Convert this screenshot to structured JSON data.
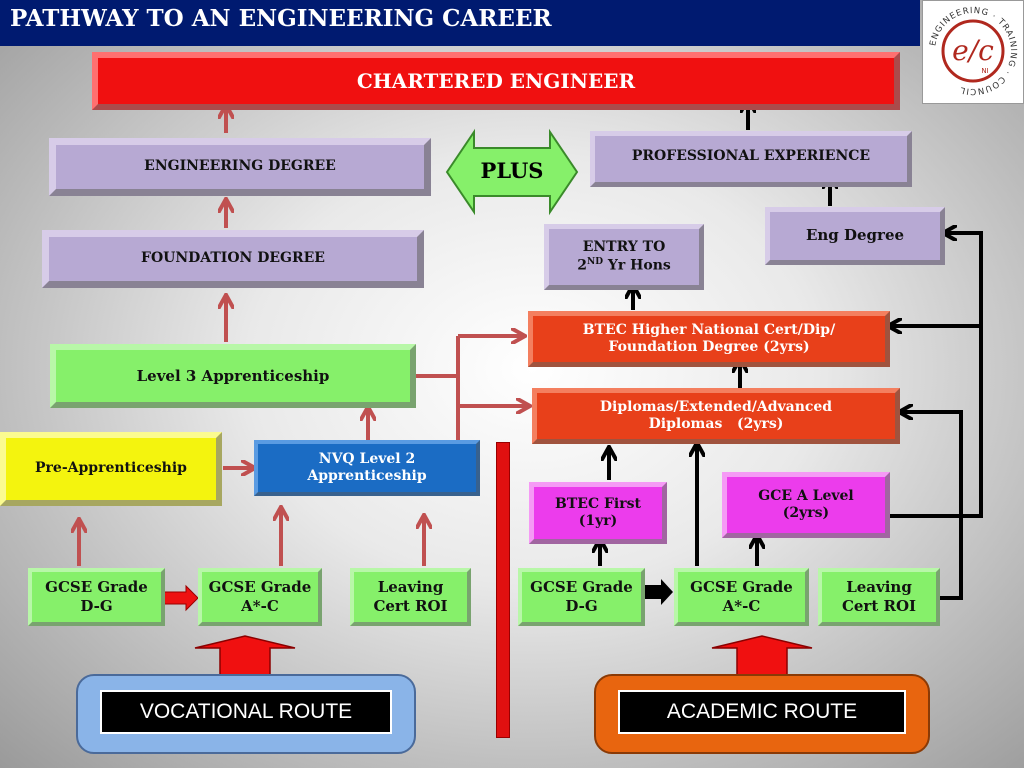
{
  "header": {
    "title": "PATHWAY TO AN ENGINEERING CAREER"
  },
  "logo": {
    "ring_text": "ENGINEERING · TRAINING · COUNCIL",
    "monogram": "e/c",
    "sub": "NI"
  },
  "top": {
    "chartered": "CHARTERED ENGINEER"
  },
  "left": {
    "eng_degree": "ENGINEERING DEGREE",
    "foundation": "FOUNDATION DEGREE",
    "level3": "Level 3 Apprenticeship",
    "pre_app": "Pre-Apprenticeship",
    "nvq_line1": "NVQ Level 2",
    "nvq_line2": "Apprenticeship",
    "gcse_dg_1": "GCSE Grade",
    "gcse_dg_2": "D-G",
    "gcse_ac_1": "GCSE Grade",
    "gcse_ac_2": "A*-C",
    "leaving_1": "Leaving",
    "leaving_2": "Cert ROI",
    "route": "VOCATIONAL ROUTE"
  },
  "center": {
    "plus": "PLUS"
  },
  "right": {
    "prof_exp": "PROFESSIONAL EXPERIENCE",
    "eng_degree": "Eng Degree",
    "entry_1": "ENTRY TO",
    "entry_2a": "2",
    "entry_2sup": "ND",
    "entry_2b": " Yr Hons",
    "btec_higher_1": "BTEC Higher National Cert/Dip/",
    "btec_higher_2": "Foundation Degree (2yrs)",
    "diplomas_1": "Diplomas/Extended/Advanced",
    "diplomas_2": "Diplomas   (2yrs)",
    "btec_first_1": "BTEC First",
    "btec_first_2": "(1yr)",
    "gce_1": "GCE A Level",
    "gce_2": "(2yrs)",
    "gcse_dg_1": "GCSE Grade",
    "gcse_dg_2": "D-G",
    "gcse_ac_1": "GCSE Grade",
    "gcse_ac_2": "A*-C",
    "leaving_1": "Leaving",
    "leaving_2": "Cert ROI",
    "route": "ACADEMIC ROUTE"
  },
  "colors": {
    "header_bg": "#001a70",
    "chartered_red": "#f01010",
    "vocational_panel": "#8ab4e8",
    "academic_panel": "#e8650f",
    "arrow_red": "#c05050",
    "arrow_black": "#000000"
  }
}
